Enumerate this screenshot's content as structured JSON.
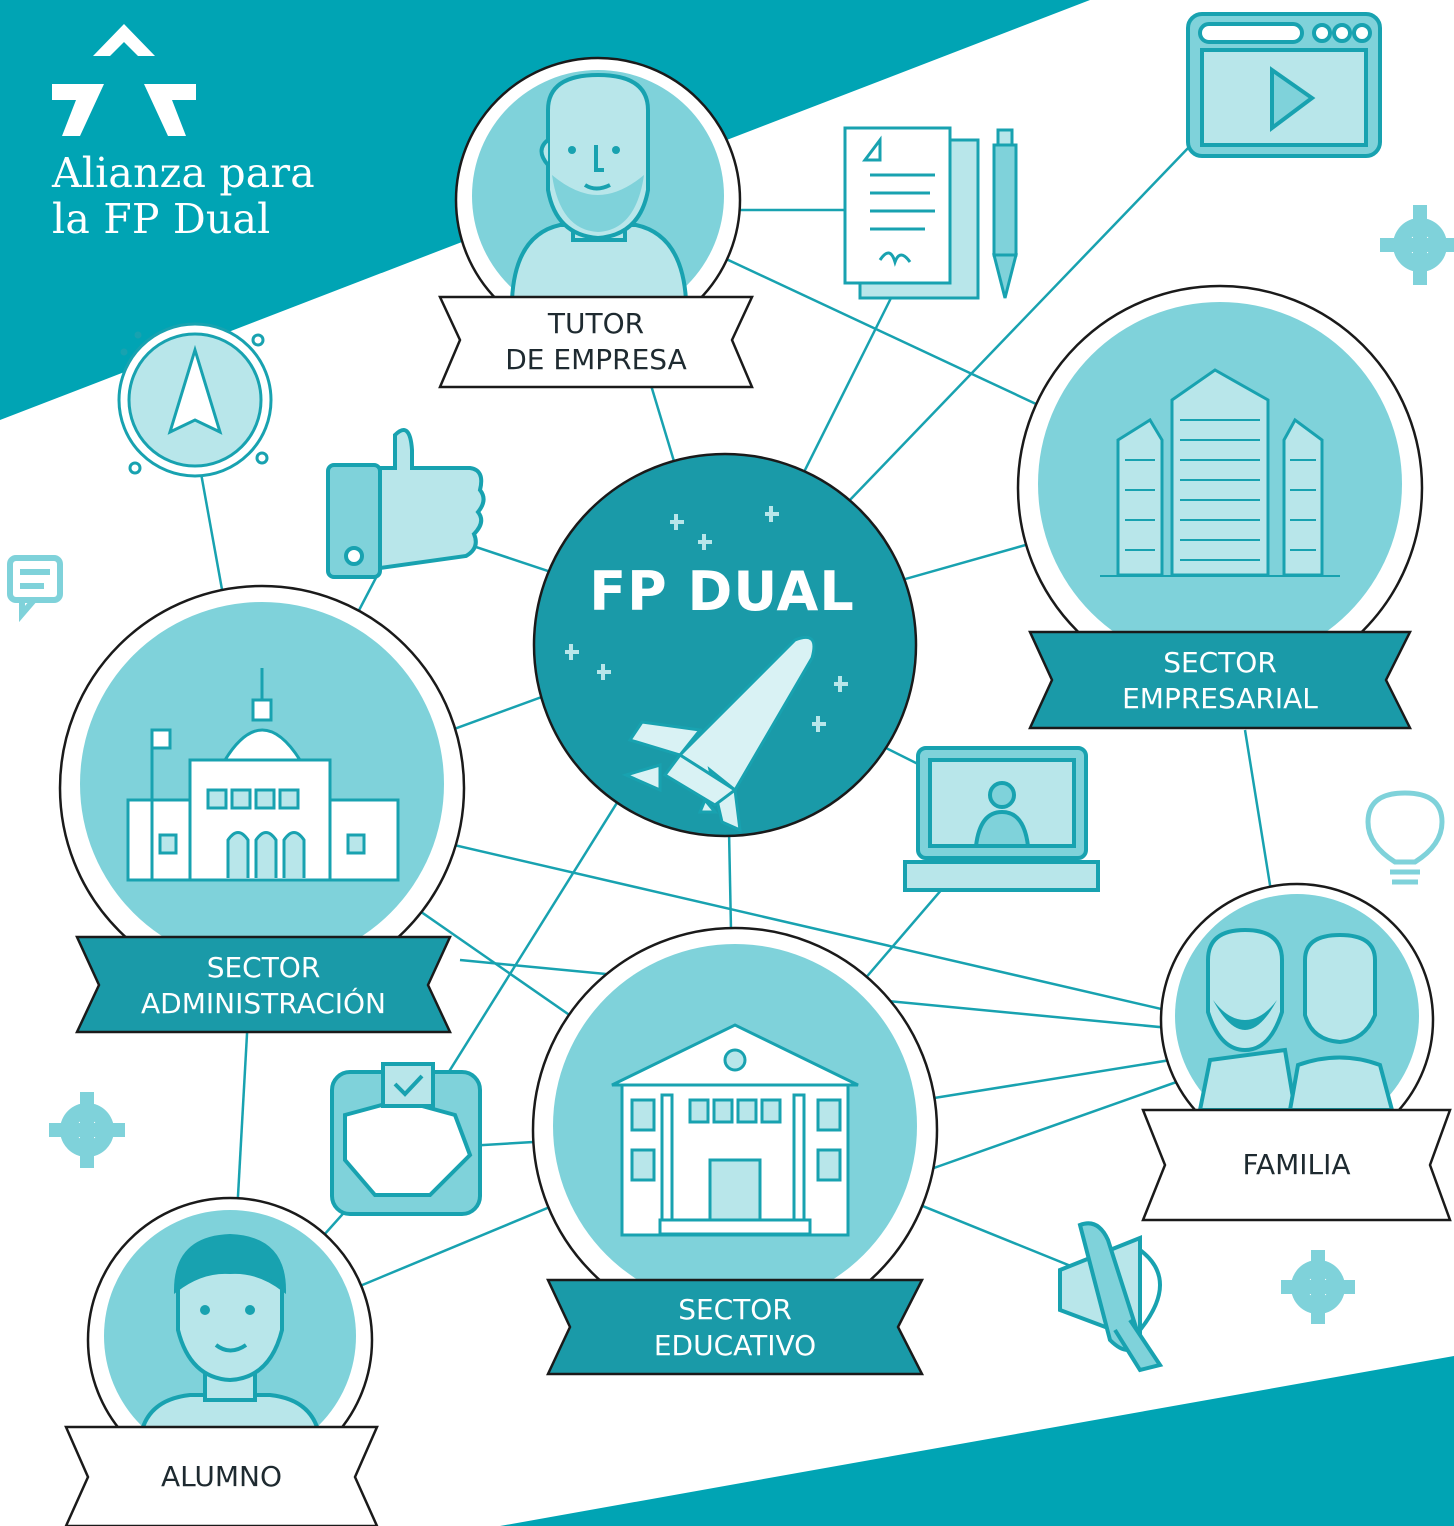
{
  "brand": {
    "line1": "Alianza para",
    "line2": "la FP Dual"
  },
  "center": {
    "title": "FP DUAL"
  },
  "nodes": {
    "tutor": {
      "line1": "TUTOR",
      "line2": "DE EMPRESA"
    },
    "empresarial": {
      "line1": "SECTOR",
      "line2": "EMPRESARIAL"
    },
    "administracion": {
      "line1": "SECTOR",
      "line2": "ADMINISTRACIÓN"
    },
    "educativo": {
      "line1": "SECTOR",
      "line2": "EDUCATIVO"
    },
    "familia": {
      "line1": "FAMILIA"
    },
    "alumno": {
      "line1": "ALUMNO"
    }
  },
  "colors": {
    "teal_dark": "#00a4b4",
    "teal_mid": "#1a9aa8",
    "teal_light": "#7fd2da",
    "teal_pale": "#b8e6ea",
    "teal_line": "#18a2b0",
    "outline": "#1a1a1a"
  },
  "icons": [
    "logo-icon",
    "contract-icon",
    "pen-icon",
    "browser-video-icon",
    "gear-icon",
    "compass-icon",
    "thumbs-up-icon",
    "chat-icon",
    "rocket-icon",
    "laptop-icon",
    "lightbulb-icon",
    "handshake-icon",
    "megaphone-icon"
  ]
}
